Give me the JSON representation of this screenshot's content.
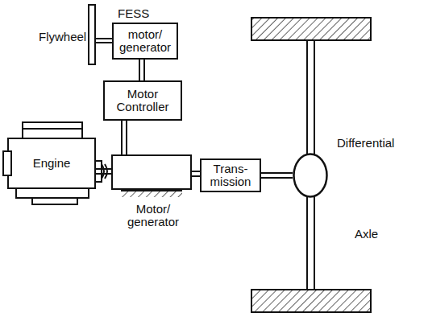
{
  "diagram": {
    "nodes": [
      {
        "text": [
          "motor/ generator"
        ]
      },
      {
        "text": [
          "Motor Controller"
        ]
      },
      {
        "text": [
          "Engine"
        ]
      },
      {
        "text": [
          "Motor/ generator"
        ]
      },
      {
        "text": [
          "Trans- mission"
        ]
      },
      {
        "text": [
          "Differential"
        ]
      }
    ],
    "edges": [
      {
        "from": 0,
        "to": 1,
        "arrow": "none"
      },
      {
        "from": 1,
        "to": 3,
        "arrow": "none"
      },
      {
        "from": 2,
        "to": 3,
        "arrow": "none"
      },
      {
        "from": 3,
        "to": 4,
        "arrow": "none"
      },
      {
        "from": 4,
        "to": 5,
        "arrow": "none"
      }
    ],
    "labels": [
      "FESS",
      "Flywheel",
      "Axle"
    ]
  }
}
